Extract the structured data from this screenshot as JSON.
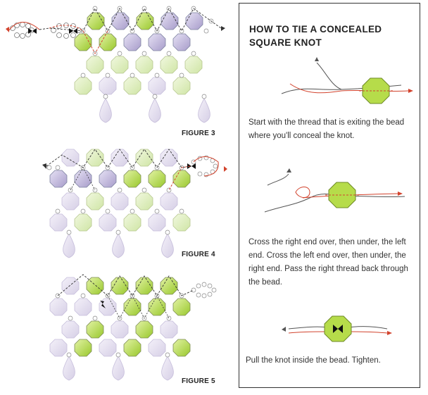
{
  "figures": {
    "fig3_label": "FIGURE 3",
    "fig4_label": "FIGURE 4",
    "fig5_label": "FIGURE 5"
  },
  "panel": {
    "title_line1": "HOW TO TIE A CONCEALED",
    "title_line2": "SQUARE KNOT",
    "step1": "Start with the thread that is exiting the bead where you'll conceal the knot.",
    "step2": "Cross the right end over, then under, the left end. Cross the left end over, then under, the right end. Pass the right thread back through the bead.",
    "step3": "Pull the knot inside the bead. Tighten."
  },
  "colors": {
    "green_bead": "#b6dc4a",
    "lavender_bead": "#bcb2da",
    "pale_green": "#dfeec0",
    "pale_lavender": "#e6e0f0",
    "thread_red": "#d2432d",
    "thread_gray": "#555555"
  },
  "icons": [
    "knot-icon",
    "bead-icon",
    "arrow-icon"
  ]
}
